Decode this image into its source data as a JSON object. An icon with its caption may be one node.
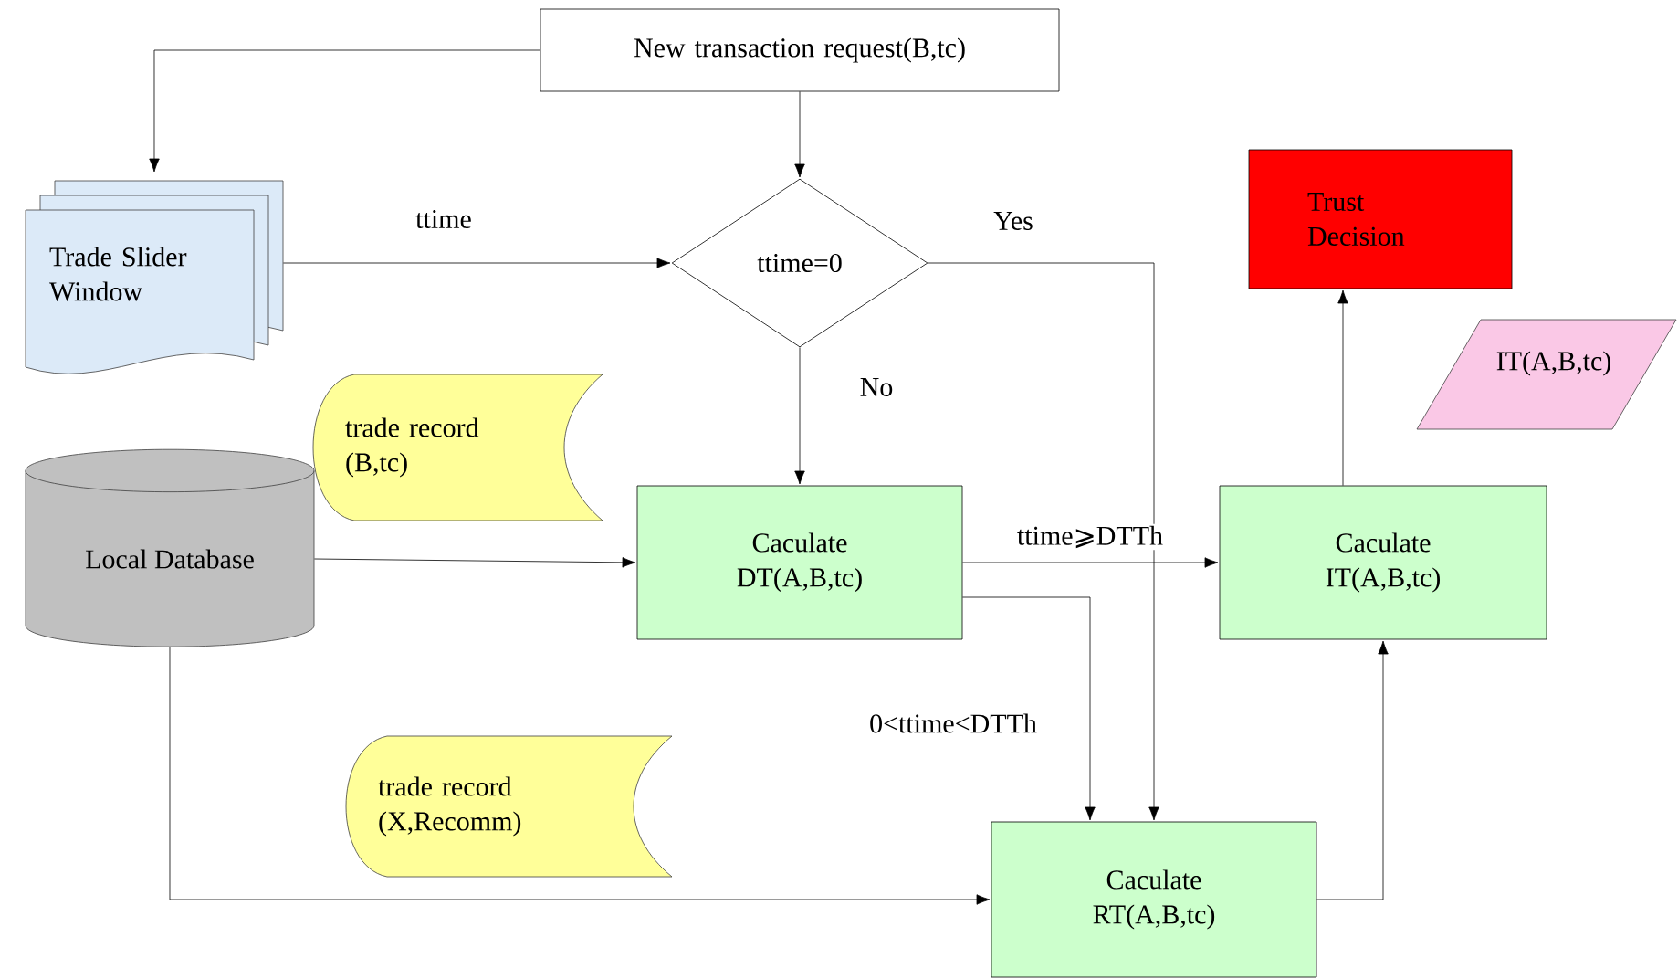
{
  "diagram": {
    "nodes": [
      {
        "text": [
          "New transaction request(B,tc)"
        ]
      },
      {
        "text": [
          "Trade Slider Window"
        ]
      },
      {
        "text": [
          "ttime=0"
        ]
      },
      {
        "text": [
          "Trust Decision"
        ]
      },
      {
        "text": [
          "IT(A,B,tc)"
        ]
      },
      {
        "text": [
          "trade record (B,tc)"
        ]
      },
      {
        "text": [
          "Local Database"
        ]
      },
      {
        "text": [
          "Caculate DT(A,B,tc)"
        ]
      },
      {
        "text": [
          "Caculate IT(A,B,tc)"
        ]
      },
      {
        "text": [
          "trade record (X,Recomm)"
        ]
      },
      {
        "text": [
          "Caculate RT(A,B,tc)"
        ]
      }
    ],
    "edges": [
      {
        "from": 0,
        "to": 1,
        "arrow": "to"
      },
      {
        "from": 0,
        "to": 2,
        "arrow": "to"
      },
      {
        "from": 1,
        "to": 2,
        "arrow": "to",
        "label": "ttime"
      },
      {
        "from": 2,
        "to": 10,
        "arrow": "to",
        "label": "Yes"
      },
      {
        "from": 2,
        "to": 7,
        "arrow": "to",
        "label": "No"
      },
      {
        "from": 6,
        "to": 7,
        "arrow": "to"
      },
      {
        "from": 7,
        "to": 8,
        "arrow": "to",
        "label": "ttime⩾DTTh"
      },
      {
        "from": 7,
        "to": 10,
        "arrow": "to",
        "label": "0<ttime<DTTh"
      },
      {
        "from": 6,
        "to": 10,
        "arrow": "to"
      },
      {
        "from": 10,
        "to": 8,
        "arrow": "to"
      },
      {
        "from": 8,
        "to": 3,
        "arrow": "to"
      }
    ]
  }
}
